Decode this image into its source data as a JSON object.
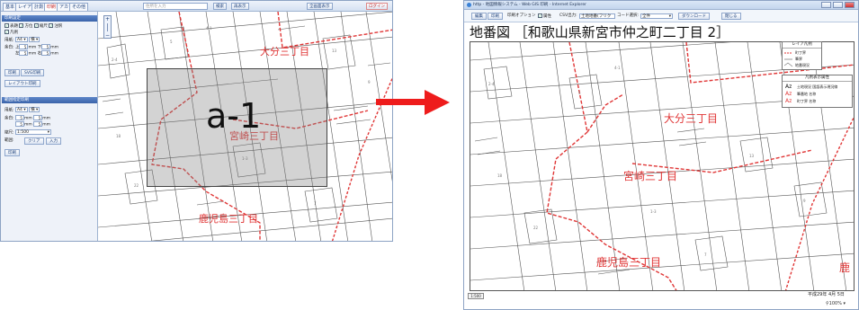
{
  "left_window": {
    "tabs": [
      {
        "label": "基本"
      },
      {
        "label": "レイア"
      },
      {
        "label": "計測"
      },
      {
        "label": "印刷"
      },
      {
        "label": "アカ"
      },
      {
        "label": "その他"
      }
    ],
    "search": {
      "placeholder": "住所を入力"
    },
    "search_button": "検索",
    "clear_button": "再表示",
    "legend_button": "全画面表示",
    "login_button": "ログイン",
    "print_settings": {
      "header": "印刷設定",
      "checks": [
        {
          "label": "表題",
          "checked": true
        },
        {
          "label": "方位",
          "checked": true
        },
        {
          "label": "縮尺",
          "checked": true
        },
        {
          "label": "注釈",
          "checked": true
        },
        {
          "label": "凡例",
          "checked": true
        }
      ],
      "paper_label": "用紙:",
      "paper_value": "A4",
      "orient_value": "横",
      "margin_label": "余白:",
      "margin_top_label": "上",
      "margin_bottom_label": "下",
      "margin_left_label": "左",
      "margin_right_label": "右",
      "margin_value": "5",
      "unit": "mm",
      "print_button": "印刷",
      "svg_button": "SVG印刷",
      "layout_button": "レイアウト印刷"
    },
    "range_print": {
      "header": "範囲指定印刷",
      "paper_label": "用紙:",
      "paper_value": "A4",
      "orient_value": "横",
      "margin_label": "余白:",
      "margin_value": "5",
      "unit": "mm",
      "scale_label": "縮尺:",
      "scale_value": "1:500",
      "range_label": "範囲:",
      "clear_button": "クリア",
      "input_button": "入力",
      "print_button": "印刷"
    },
    "map": {
      "overlay_label": "a-1",
      "town_labels": [
        "大分三丁目",
        "宮崎三丁目",
        "鹿児島三丁目"
      ]
    }
  },
  "right_window": {
    "title": "http - 地図情報システム - Web GIS 印刷 - Internet Explorer",
    "toolbar": {
      "edit_button": "編集",
      "print_button": "印刷",
      "print_option_label": "印刷オプション",
      "attr_label": "属性",
      "csv_label": "CSV出力:",
      "csv_value": "土地地番(フリク",
      "code_label": "コード選択:",
      "code_value": "全件",
      "download_button": "ダウンロード",
      "close_button": "閉じる"
    },
    "heading": "地番図 ［和歌山県新宮市仲之町二丁目 2］",
    "map": {
      "town_labels": [
        "大分三丁目",
        "宮崎三丁目",
        "鹿児島三丁目",
        "鹿"
      ]
    },
    "legend_layers": {
      "title": "レイア凡例",
      "rows": [
        "町丁界",
        "筆界",
        "地番現況"
      ]
    },
    "legend_attributes": {
      "title": "凡例表示属性",
      "rows": [
        {
          "glyph": "Az",
          "text": "土地現況 国語表示現況線"
        },
        {
          "glyph": "Az",
          "text": "筆番地 名称"
        },
        {
          "glyph": "Az",
          "text": "町丁界 名称"
        }
      ]
    },
    "scale_button": "1:500",
    "date": "平成29年 4月 5日",
    "zoom": "100%"
  },
  "colors": {
    "accent_blue": "#3b64aa",
    "boundary_red": "#e03636",
    "arrow_red": "#ee1c1c"
  }
}
